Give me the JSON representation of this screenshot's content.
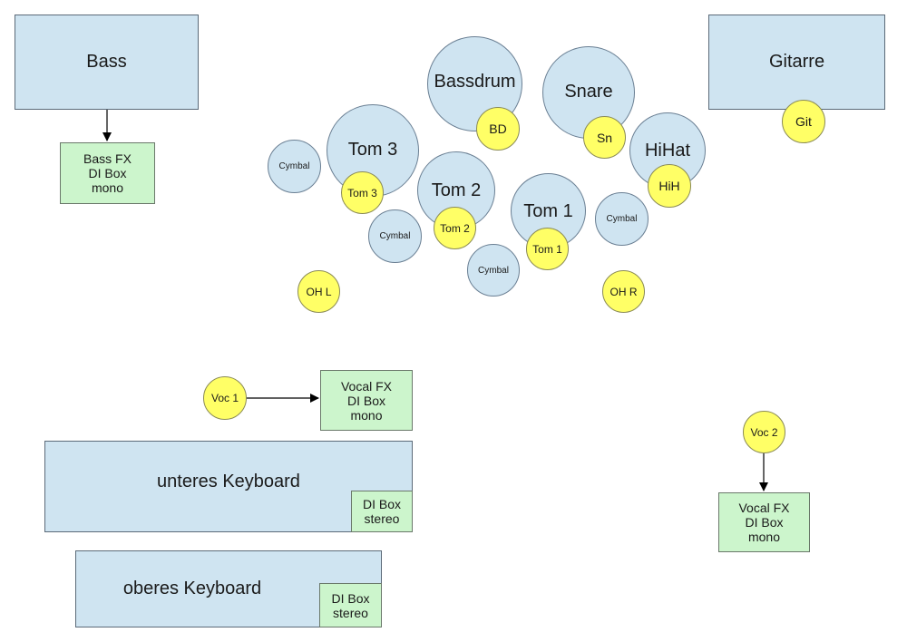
{
  "instruments": {
    "bass": "Bass",
    "gitarre": "Gitarre",
    "unteres_keyboard": "unteres Keyboard",
    "oberes_keyboard": "oberes Keyboard"
  },
  "drums": {
    "bassdrum": "Bassdrum",
    "snare": "Snare",
    "tom3": "Tom 3",
    "tom2": "Tom 2",
    "tom1": "Tom 1",
    "hihat": "HiHat",
    "cymbal": "Cymbal"
  },
  "mics": {
    "bd": "BD",
    "sn": "Sn",
    "git": "Git",
    "tom3": "Tom 3",
    "tom2": "Tom 2",
    "tom1": "Tom 1",
    "hih": "HiH",
    "ohl": "OH L",
    "ohr": "OH R",
    "voc1": "Voc 1",
    "voc2": "Voc 2"
  },
  "di_boxes": {
    "bass_fx": "Bass FX\nDI Box\nmono",
    "vocal_fx_1": "Vocal FX\nDI Box\nmono",
    "vocal_fx_2": "Vocal FX\nDI Box\nmono",
    "stereo_lower": "DI Box\nstereo",
    "stereo_upper": "DI Box\nstereo"
  },
  "colors": {
    "instrument_fill": "#cfe4f1",
    "di_box_fill": "#ccf5cc",
    "mic_fill": "#ffff66"
  }
}
